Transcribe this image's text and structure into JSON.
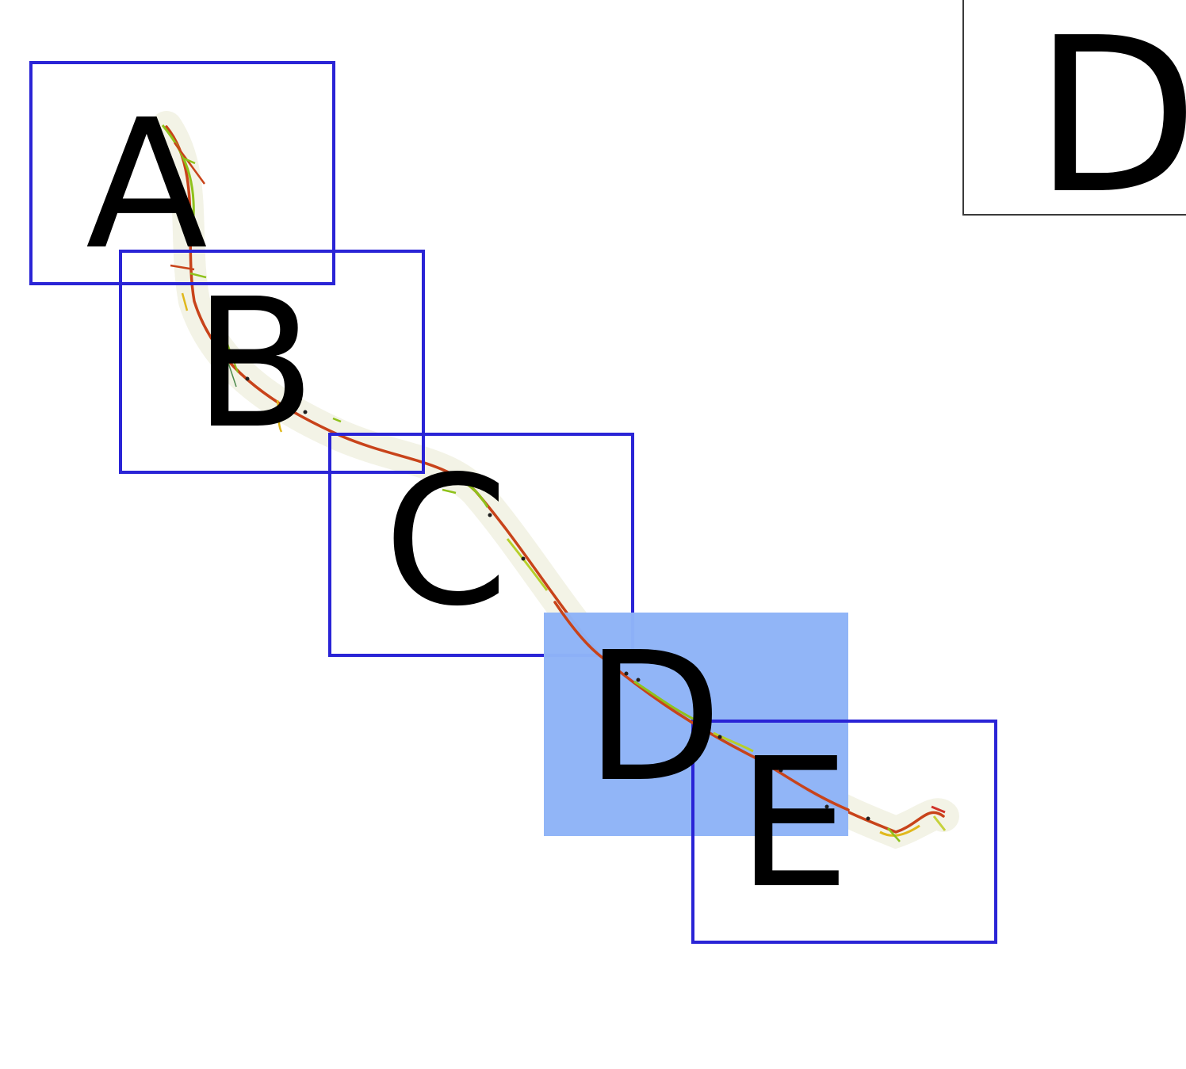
{
  "figure": {
    "boxes": [
      {
        "id": "A",
        "label": "A",
        "selected": false
      },
      {
        "id": "B",
        "label": "B",
        "selected": false
      },
      {
        "id": "C",
        "label": "C",
        "selected": false
      },
      {
        "id": "D",
        "label": "D",
        "selected": true
      },
      {
        "id": "E",
        "label": "E",
        "selected": false
      }
    ],
    "inset": {
      "label": "D"
    },
    "colors": {
      "box_border": "#2a24d6",
      "selected_fill": "#8fb4f7",
      "trace_primary": "#c8431a",
      "trace_secondary": "#8fc21b",
      "trace_tertiary": "#e0b81c",
      "trace_marker": "#1e1e1e"
    }
  }
}
